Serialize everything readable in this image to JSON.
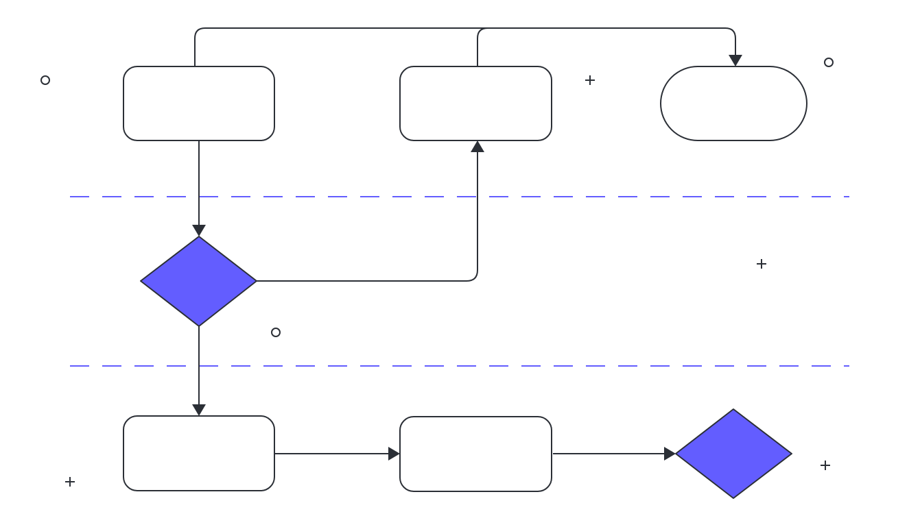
{
  "diagram": {
    "colors": {
      "stroke": "#2b2f36",
      "node_fill": "#ffffff",
      "decision_fill": "#635dff",
      "divider": "#635dff",
      "background": "#ffffff"
    },
    "nodes": [
      {
        "id": "process-1",
        "shape": "rounded-rectangle",
        "label": ""
      },
      {
        "id": "process-2",
        "shape": "rounded-rectangle",
        "label": ""
      },
      {
        "id": "terminal-1",
        "shape": "stadium",
        "label": ""
      },
      {
        "id": "decision-1",
        "shape": "diamond",
        "label": ""
      },
      {
        "id": "process-3",
        "shape": "rounded-rectangle",
        "label": ""
      },
      {
        "id": "process-4",
        "shape": "rounded-rectangle",
        "label": ""
      },
      {
        "id": "decision-2",
        "shape": "diamond",
        "label": ""
      }
    ],
    "edges": [
      {
        "from": "process-1",
        "to": "terminal-1"
      },
      {
        "from": "process-2",
        "to": "terminal-1"
      },
      {
        "from": "process-1",
        "to": "decision-1"
      },
      {
        "from": "decision-1",
        "to": "process-2"
      },
      {
        "from": "decision-1",
        "to": "process-3"
      },
      {
        "from": "process-3",
        "to": "process-4"
      },
      {
        "from": "process-4",
        "to": "decision-2"
      }
    ],
    "lanes": 3,
    "decorations": [
      "circle-icon",
      "plus-icon"
    ]
  }
}
